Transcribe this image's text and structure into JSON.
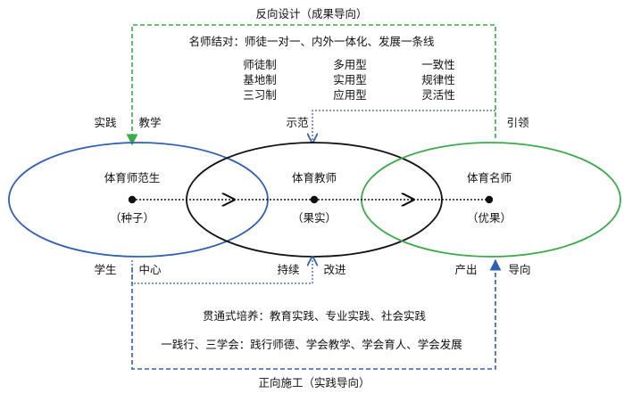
{
  "colors": {
    "blue": "#2f5fb3",
    "green": "#3aaa4a",
    "black": "#111111"
  },
  "top": {
    "arrow_label": "反向设计（成果导向）",
    "master_line": "名师结对：师徒一对一、内外一体化、发展一条线"
  },
  "columns": [
    {
      "items": [
        "师徒制",
        "基地制",
        "三习制"
      ]
    },
    {
      "items": [
        "多用型",
        "实用型",
        "应用型"
      ]
    },
    {
      "items": [
        "一致性",
        "规律性",
        "灵活性"
      ]
    }
  ],
  "labels": {
    "practice": "实践",
    "teaching": "教学",
    "demonstrate": "示范",
    "lead": "引领",
    "student": "学生",
    "center": "中心",
    "continue": "持续",
    "improve": "改进",
    "output": "产出",
    "guide": "导向"
  },
  "circles": [
    {
      "title": "体育师范生",
      "sub": "（种子）"
    },
    {
      "title": "体育教师",
      "sub": "（果实）"
    },
    {
      "title": "体育名师",
      "sub": "（优果）"
    }
  ],
  "bottom": {
    "line1": "贯通式培养：教育实践、专业实践、社会实践",
    "line2": "一践行、三学会：践行师德、学会教学、学会育人、学会发展",
    "arrow_label": "正向施工（实践导向）"
  }
}
